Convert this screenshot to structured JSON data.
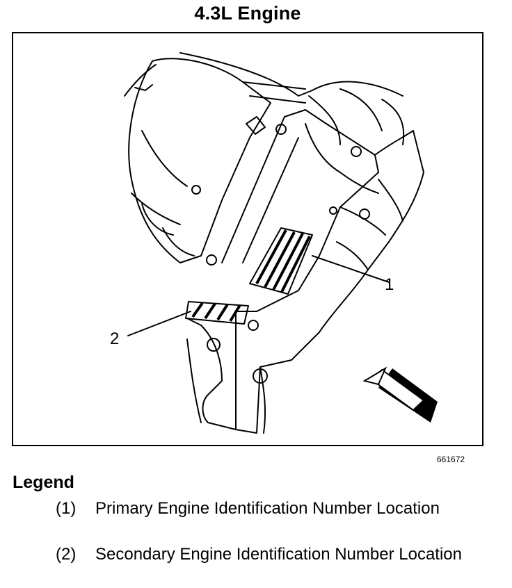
{
  "title": "4.3L Engine",
  "figure_id": "661672",
  "callouts": [
    {
      "label": "1"
    },
    {
      "label": "2"
    }
  ],
  "legend": {
    "title": "Legend",
    "items": [
      {
        "num": "(1)",
        "text": "Primary Engine Identification Number Location"
      },
      {
        "num": "(2)",
        "text": "Secondary Engine Identification Number Location"
      }
    ]
  }
}
